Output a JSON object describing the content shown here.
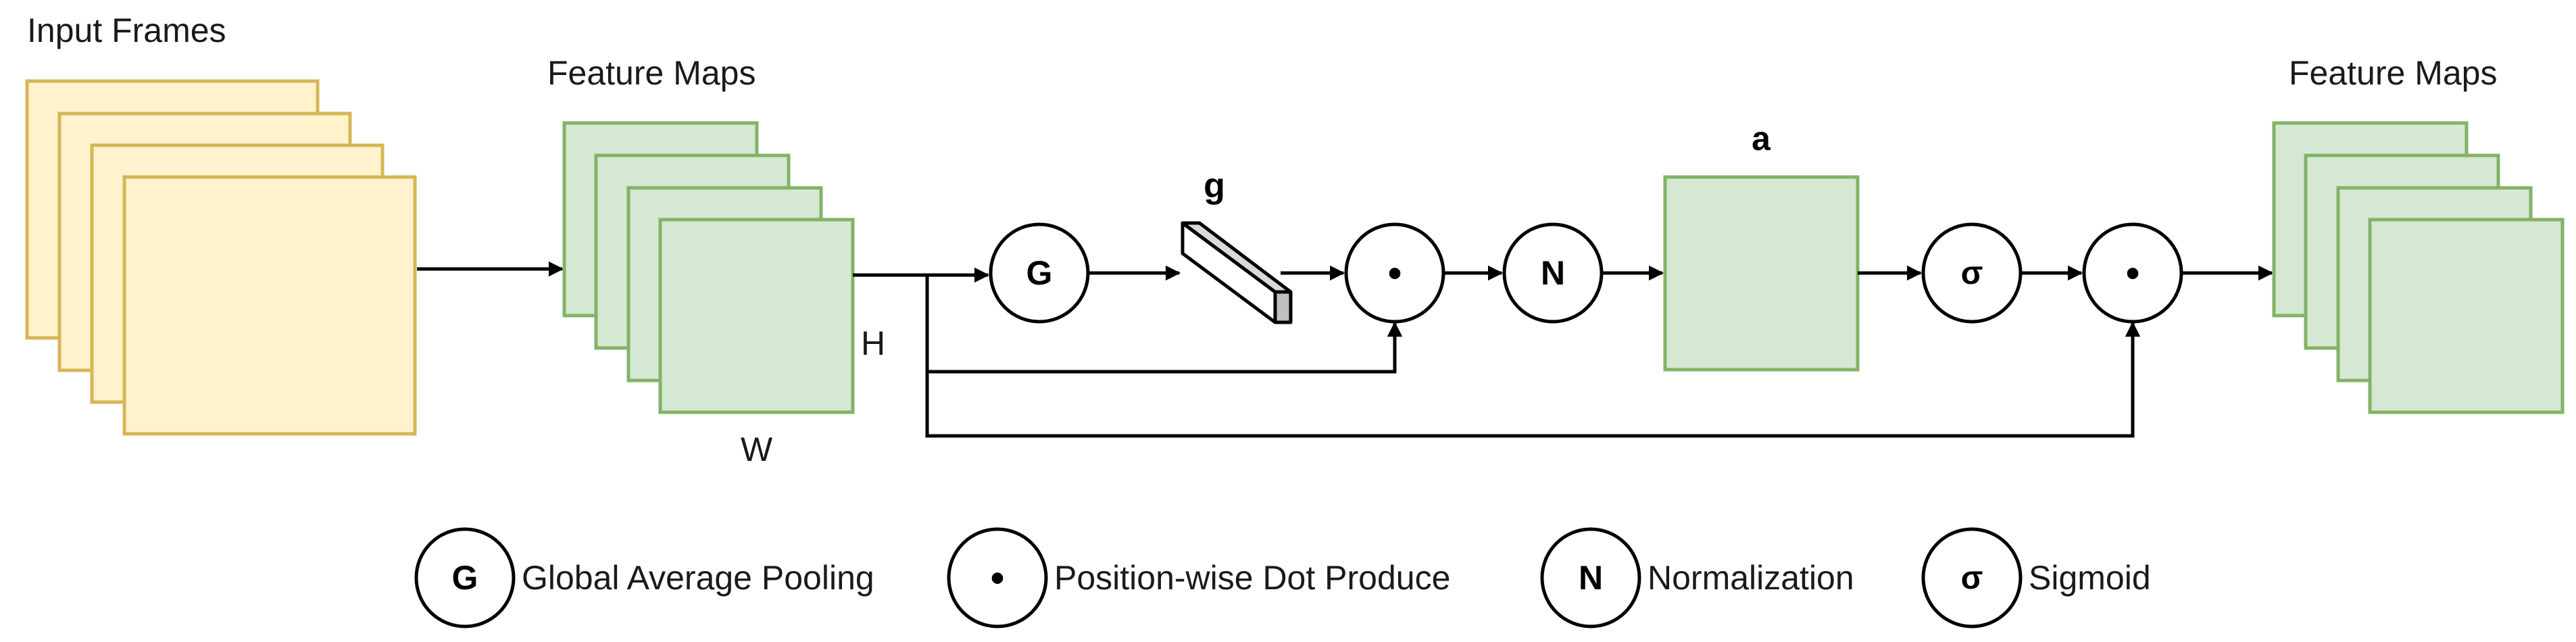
{
  "labels": {
    "input_frames": "Input Frames",
    "feature_maps_mid": "Feature Maps",
    "feature_maps_out": "Feature Maps",
    "h": "H",
    "w": "W",
    "g": "g",
    "a": "a"
  },
  "ops": {
    "global_pool": "G",
    "dot": "•",
    "norm": "N",
    "sigmoid": "σ"
  },
  "legend": [
    {
      "symbol": "G",
      "label": "Global Average Pooling"
    },
    {
      "symbol": "•",
      "label": "Position-wise Dot Produce"
    },
    {
      "symbol": "N",
      "label": "Normalization"
    },
    {
      "symbol": "σ",
      "label": "Sigmoid"
    }
  ],
  "colors": {
    "input_fill": "#fff2cc",
    "input_stroke": "#d6b656",
    "feature_fill": "#d5e8d4",
    "feature_stroke": "#82b366"
  }
}
